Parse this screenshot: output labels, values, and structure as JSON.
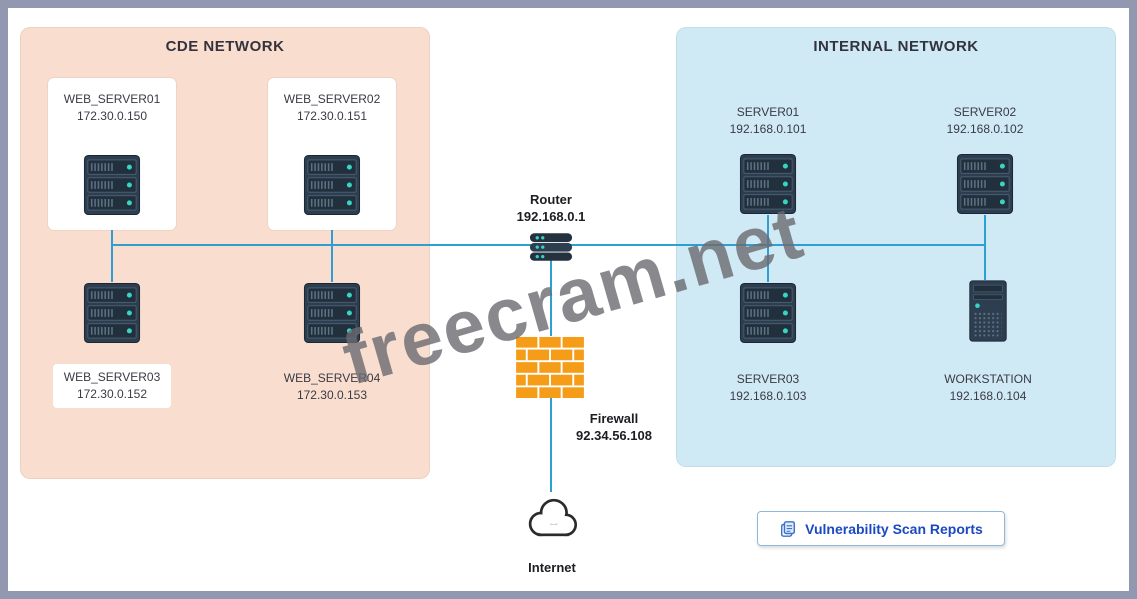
{
  "watermark": "freecram.net",
  "cde_network": {
    "title": "CDE NETWORK",
    "nodes": [
      {
        "name": "WEB_SERVER01",
        "ip": "172.30.0.150"
      },
      {
        "name": "WEB_SERVER02",
        "ip": "172.30.0.151"
      },
      {
        "name": "WEB_SERVER03",
        "ip": "172.30.0.152"
      },
      {
        "name": "WEB_SERVER04",
        "ip": "172.30.0.153"
      }
    ]
  },
  "internal_network": {
    "title": "INTERNAL NETWORK",
    "nodes": [
      {
        "name": "SERVER01",
        "ip": "192.168.0.101"
      },
      {
        "name": "SERVER02",
        "ip": "192.168.0.102"
      },
      {
        "name": "SERVER03",
        "ip": "192.168.0.103"
      },
      {
        "name": "WORKSTATION",
        "ip": "192.168.0.104"
      }
    ]
  },
  "router": {
    "name": "Router",
    "ip": "192.168.0.1"
  },
  "firewall": {
    "name": "Firewall",
    "ip": "92.34.56.108"
  },
  "internet": {
    "name": "Internet"
  },
  "reports_button": {
    "label": "Vulnerability Scan Reports"
  },
  "colors": {
    "frame_border": "#9298b0",
    "cde_panel_bg": "#f9ddce",
    "internal_panel_bg": "#cfeaf5",
    "connection_line": "#2f9fd1",
    "firewall_brick": "#f59d18",
    "device_body": "#2c3e50",
    "led_teal": "#35d4c5",
    "button_text": "#1b49c4",
    "watermark_gray": "#6a6a70"
  }
}
